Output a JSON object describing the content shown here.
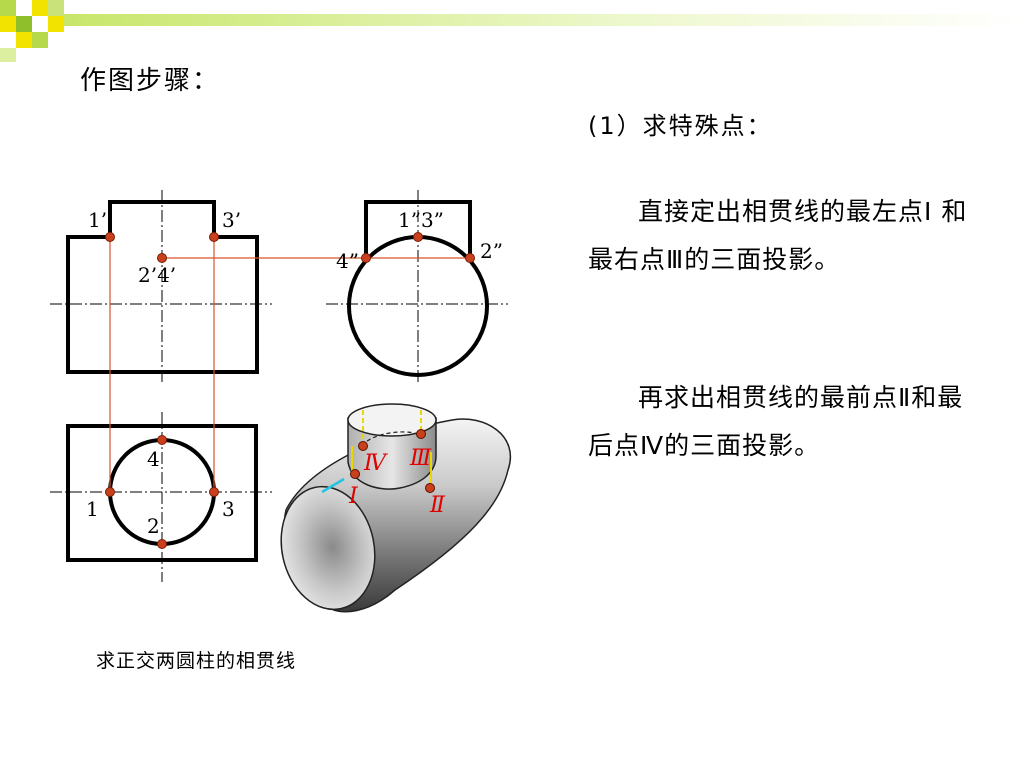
{
  "slide": {
    "steps_title": "作图步骤：",
    "section_heading": "(1）求特殊点：",
    "paragraph_1": "直接定出相贯线的最左点Ⅰ 和最右点Ⅲ的三面投影。",
    "paragraph_2": "再求出相贯线的最前点Ⅱ和最后点Ⅳ的三面投影。",
    "caption": "求正交两圆柱的相贯线"
  },
  "diagram": {
    "front_view_labels": {
      "p1": "1’",
      "p3": "3’",
      "p24": "2’4’"
    },
    "side_view_labels": {
      "p13": "1”3”",
      "p4": "4”",
      "p2": "2”"
    },
    "top_view_labels": {
      "p1": "1",
      "p2": "2",
      "p3": "3",
      "p4": "4"
    },
    "iso_labels": {
      "roman_1": "Ⅰ",
      "roman_2": "Ⅱ",
      "roman_3": "Ⅲ",
      "roman_4": "Ⅳ"
    }
  },
  "colors": {
    "construction_line": "#d9532f",
    "point_fill": "#c8401c",
    "roman_label": "#e00000",
    "header_green": "#99cc00"
  }
}
